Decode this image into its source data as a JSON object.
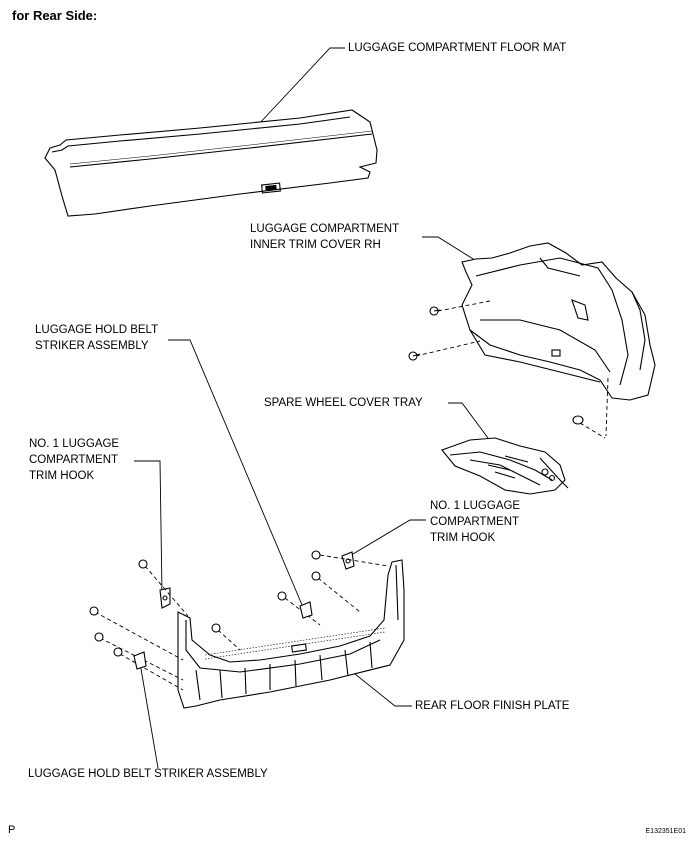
{
  "header": {
    "title": "for Rear Side:"
  },
  "labels": {
    "floor_mat": "LUGGAGE COMPARTMENT FLOOR MAT",
    "inner_trim_line1": "LUGGAGE COMPARTMENT",
    "inner_trim_line2": "INNER TRIM COVER RH",
    "belt_striker_top_line1": "LUGGAGE HOLD BELT",
    "belt_striker_top_line2": "STRIKER ASSEMBLY",
    "spare_wheel": "SPARE WHEEL COVER TRAY",
    "hook_left_line1": "NO. 1 LUGGAGE",
    "hook_left_line2": "COMPARTMENT",
    "hook_left_line3": "TRIM HOOK",
    "hook_right_line1": "NO. 1 LUGGAGE",
    "hook_right_line2": "COMPARTMENT",
    "hook_right_line3": "TRIM HOOK",
    "finish_plate": "REAR FLOOR FINISH PLATE",
    "belt_striker_bottom": "LUGGAGE HOLD BELT STRIKER ASSEMBLY"
  },
  "footer": {
    "left": "P",
    "code": "E132351E01"
  }
}
